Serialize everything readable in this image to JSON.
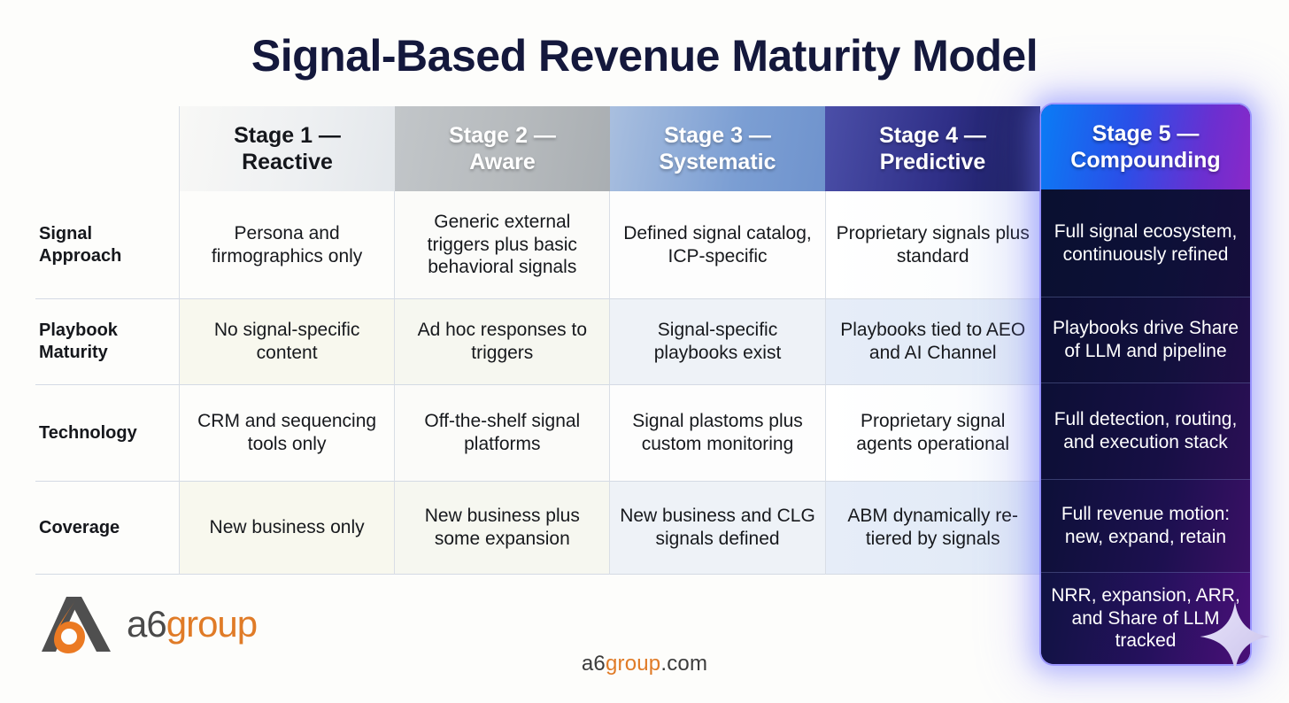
{
  "title": "Signal-Based Revenue Maturity Model",
  "colors": {
    "background": "#fdfdfb",
    "title": "#14183c",
    "stage1_header_bg": "#eef0f2",
    "stage2_header_bg": "#b6babd",
    "stage3_header_bg": "#7b9ed3",
    "stage4_header_bg": "#2f2f87",
    "stage5_header_from": "#0a7cf5",
    "stage5_header_to": "#8a28c8",
    "stage5_body_bg": "#0b1030",
    "brand_orange": "#e07b27",
    "brand_gray": "#4a4a4a",
    "grid_line": "#d4dae4"
  },
  "table": {
    "columns": [
      {
        "id": "stage1",
        "line1": "Stage 1 —",
        "line2": "Reactive"
      },
      {
        "id": "stage2",
        "line1": "Stage 2 —",
        "line2": "Aware"
      },
      {
        "id": "stage3",
        "line1": "Stage 3 —",
        "line2": "Systematic"
      },
      {
        "id": "stage4",
        "line1": "Stage 4 —",
        "line2": "Predictive"
      },
      {
        "id": "stage5",
        "line1": "Stage 5 —",
        "line2": "Compounding"
      }
    ],
    "rows": [
      {
        "label": "Signal Approach",
        "cells": [
          "Persona and firmographics only",
          "Generic external triggers plus basic behavioral signals",
          "Defined signal catalog, ICP-specific",
          "Proprietary signals plus standard",
          "Full signal ecosystem, continuously refined"
        ]
      },
      {
        "label": "Playbook Maturity",
        "cells": [
          "No signal-specific content",
          "Ad hoc responses to triggers",
          "Signal-specific playbooks exist",
          "Playbooks tied to AEO and AI Channel",
          "Playbooks drive Share of LLM and pipeline"
        ]
      },
      {
        "label": "Technology",
        "cells": [
          "CRM and sequencing tools only",
          "Off-the-shelf signal platforms",
          "Signal plastoms plus custom monitoring",
          "Proprietary signal agents operational",
          "Full detection, routing, and execution stack"
        ]
      },
      {
        "label": "Coverage",
        "cells": [
          "New business only",
          "New business plus some expansion",
          "New business and CLG signals defined",
          "ABM dynamically re-tiered by signals",
          "Full revenue motion: new, expand, retain"
        ]
      }
    ],
    "stage5_extra_cell": "NRR, expansion, ARR, and Share of LLM tracked"
  },
  "footer": {
    "logo_a6": "a6",
    "logo_group": "group",
    "domain_a6": "a6",
    "domain_group": "group",
    "domain_tld": ".com"
  }
}
